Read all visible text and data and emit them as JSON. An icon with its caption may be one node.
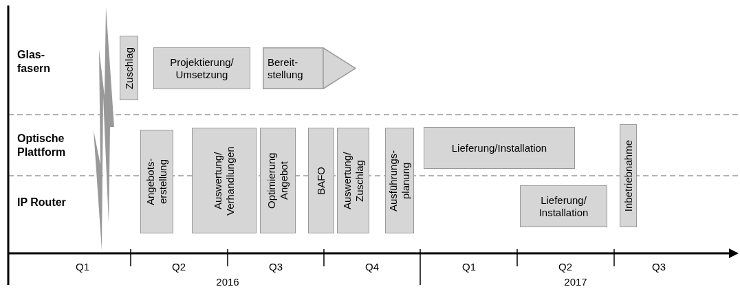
{
  "diagram": {
    "nodes": [
      {
        "text": [
          "Zuschlag"
        ]
      },
      {
        "text": [
          "Projektierung/ Umsetzung"
        ]
      },
      {
        "text": [
          "Bereit- stellung"
        ]
      },
      {
        "text": [
          "Angebots- erstellung"
        ]
      },
      {
        "text": [
          "Auswertung/ Verhandlungen"
        ]
      },
      {
        "text": [
          "Optimierung Angebot"
        ]
      },
      {
        "text": [
          "BAFO"
        ]
      },
      {
        "text": [
          "Auswertung/ Zuschlag"
        ]
      },
      {
        "text": [
          "Ausführungs- planung"
        ]
      },
      {
        "text": [
          "Lieferung/Installation"
        ]
      },
      {
        "text": [
          "Lieferung/ Installation"
        ]
      },
      {
        "text": [
          "Inbetriebnahme"
        ]
      }
    ],
    "labels": [
      "Glas- fasern",
      "Optische Plattform",
      "IP Router",
      "Q1",
      "Q2",
      "Q3",
      "Q4",
      "Q1",
      "Q2",
      "Q3",
      "2016",
      "2017"
    ]
  }
}
